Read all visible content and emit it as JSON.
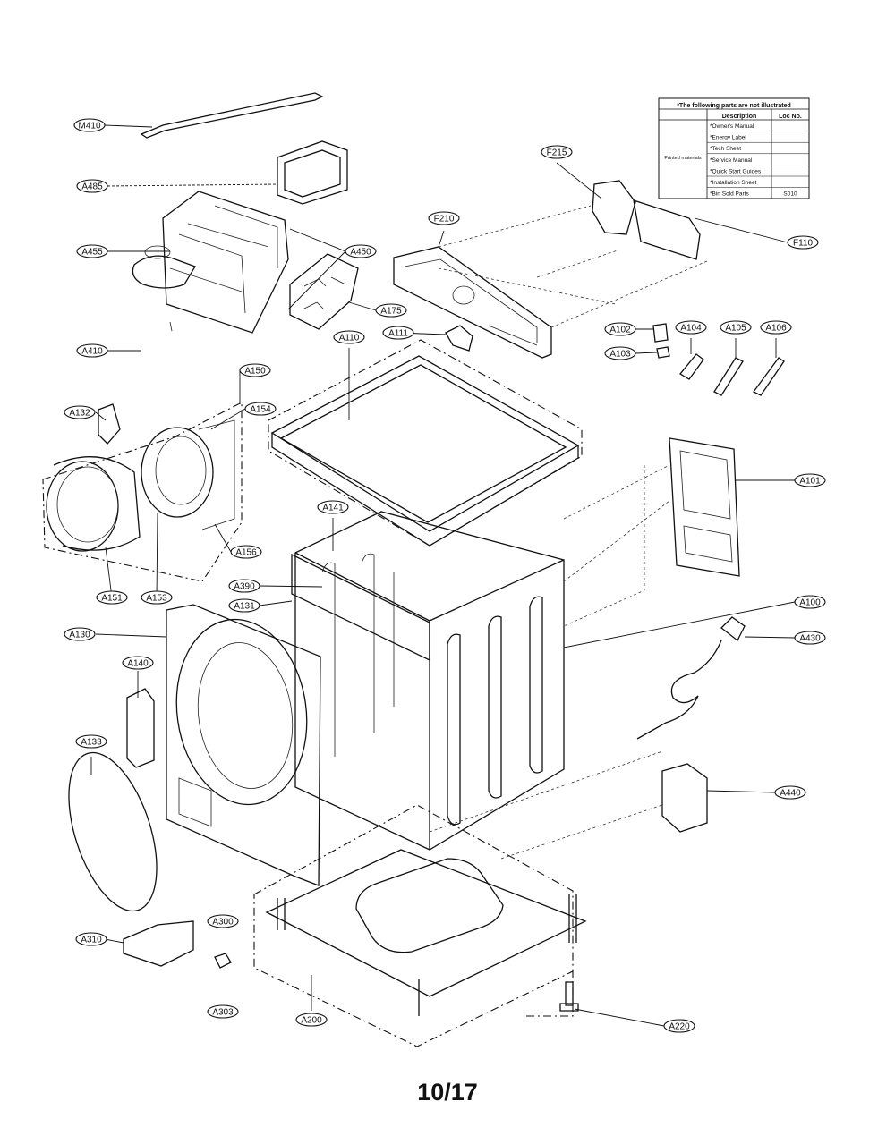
{
  "page_number": "10/17",
  "table": {
    "title": "*The following parts are not illustrated",
    "col_description": "Description",
    "col_loc": "Loc No.",
    "group_label": "Printed materials",
    "rows": [
      {
        "description": "*Owner's Manual",
        "loc": ""
      },
      {
        "description": "*Energy Label",
        "loc": ""
      },
      {
        "description": "*Tech Sheet",
        "loc": ""
      },
      {
        "description": "*Service Manual",
        "loc": ""
      },
      {
        "description": "*Quick Start Guides",
        "loc": ""
      },
      {
        "description": "*Installation Sheet",
        "loc": ""
      },
      {
        "description": "*Bin Sold Parts",
        "loc": "S010"
      }
    ]
  },
  "callouts": [
    {
      "label": "M410"
    },
    {
      "label": "A485"
    },
    {
      "label": "A455"
    },
    {
      "label": "A450"
    },
    {
      "label": "A175"
    },
    {
      "label": "A410"
    },
    {
      "label": "A132"
    },
    {
      "label": "A150"
    },
    {
      "label": "A154"
    },
    {
      "label": "A156"
    },
    {
      "label": "A151"
    },
    {
      "label": "A153"
    },
    {
      "label": "A130"
    },
    {
      "label": "A140"
    },
    {
      "label": "A133"
    },
    {
      "label": "A310"
    },
    {
      "label": "A300"
    },
    {
      "label": "A303"
    },
    {
      "label": "A200"
    },
    {
      "label": "A220"
    },
    {
      "label": "A110"
    },
    {
      "label": "A111"
    },
    {
      "label": "A141"
    },
    {
      "label": "A390"
    },
    {
      "label": "A131"
    },
    {
      "label": "F210"
    },
    {
      "label": "F215"
    },
    {
      "label": "F110"
    },
    {
      "label": "A102"
    },
    {
      "label": "A103"
    },
    {
      "label": "A104"
    },
    {
      "label": "A105"
    },
    {
      "label": "A106"
    },
    {
      "label": "A101"
    },
    {
      "label": "A100"
    },
    {
      "label": "A430"
    },
    {
      "label": "A440"
    }
  ]
}
